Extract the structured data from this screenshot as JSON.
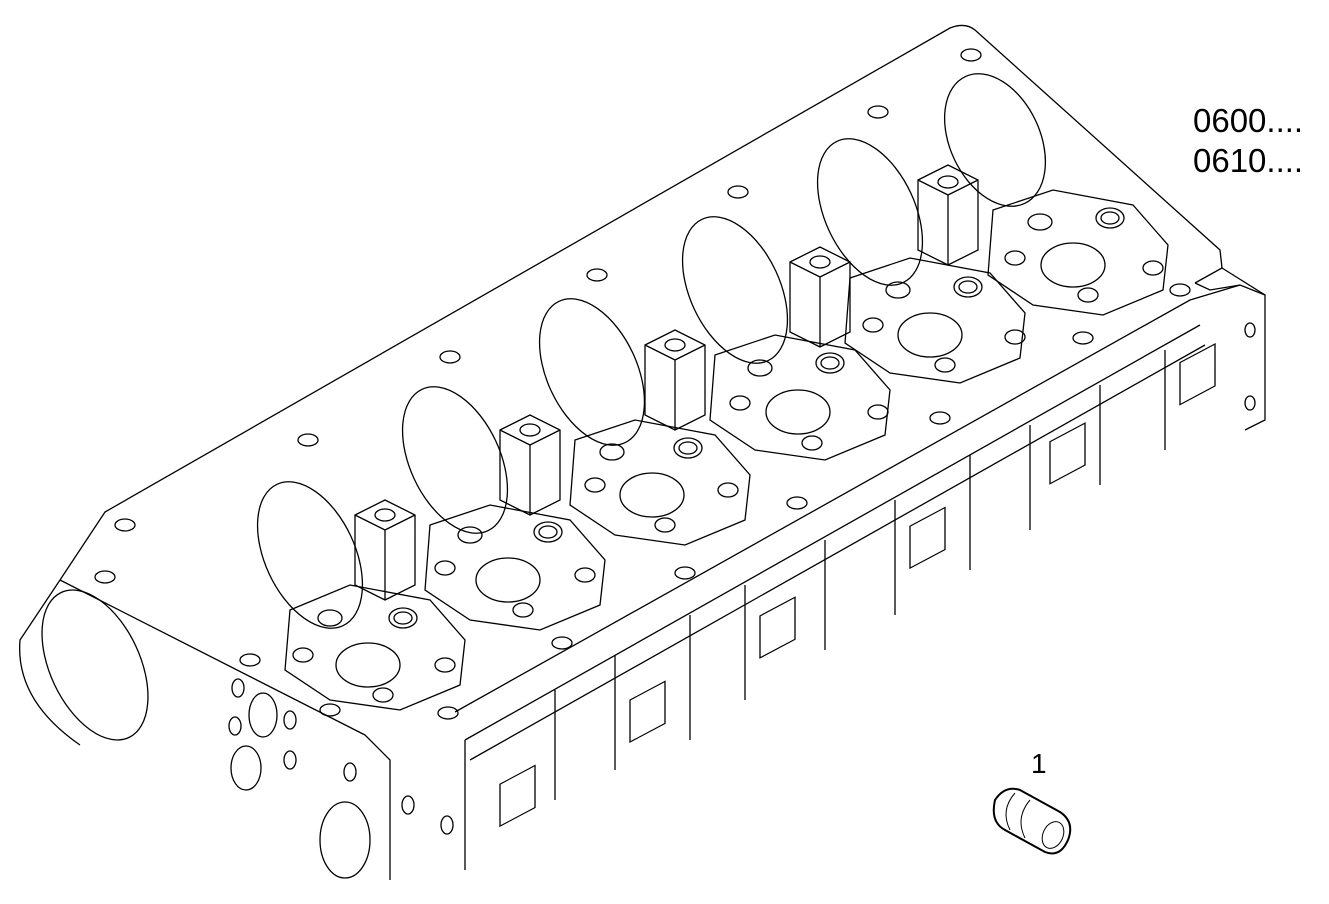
{
  "diagram": {
    "type": "exploded-parts-drawing",
    "subject": "engine cylinder head (six-cylinder) with separate fitting part",
    "reference_codes": [
      "0600....",
      "0610...."
    ],
    "callouts": [
      {
        "label": "1",
        "part": "threaded fitting / plug"
      }
    ],
    "colors": {
      "line": "#000000",
      "background": "#ffffff"
    }
  }
}
